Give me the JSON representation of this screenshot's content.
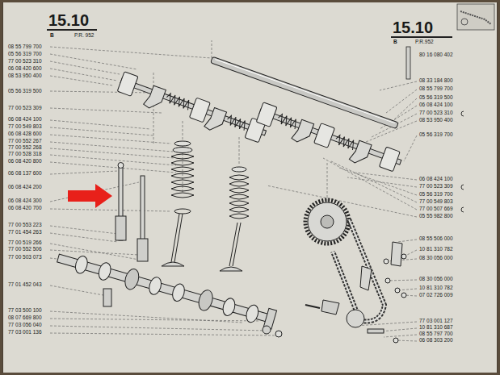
{
  "diagram": {
    "labels": [
      "15.10",
      "B",
      "P.R. 952",
      "15.10",
      "B",
      "P.R.952",
      "08 55 799 700",
      "05 56 319 700",
      "77 00 523 310",
      "06 08 420 600",
      "08 53 950 400",
      "05 56 319 500",
      "77 00 523 309",
      "06 08 424 100",
      "77 00 549 803",
      "06 08 428 600",
      "77 00 552 267",
      "77 00 552 268",
      "77 00 528 318",
      "06 08 420 800",
      "06 08 137 600",
      "06 08 424 200",
      "06 08 424 300",
      "06 08 420 700",
      "77 00 553 223",
      "77 01 454 263",
      "77 00 519 266",
      "77 00 552 506",
      "77 00 503 073",
      "77 01 452 043",
      "77 03 500 100",
      "08 07 669 800",
      "77 03 056 040",
      "77 03 001 136",
      "80 16 080 402",
      "08 33 184 800",
      "08 55 799 700",
      "05 56 319 500",
      "06 08 424 100",
      "77 00 523 310",
      "08 53 950 400",
      "05 56 319 700",
      "06 08 424 100",
      "77 00 523 309",
      "05 56 319 700",
      "77 00 549 803",
      "77 00 507 669",
      "05 55 982 800",
      "08 55 506 000",
      "10 81 310 782",
      "08 30 056 000",
      "08 30 056 000",
      "10 81 310 782",
      "07 02 726 009",
      "77 03 001 127",
      "10 81 310 687",
      "08 55 797 700",
      "06 08 303 200"
    ]
  }
}
